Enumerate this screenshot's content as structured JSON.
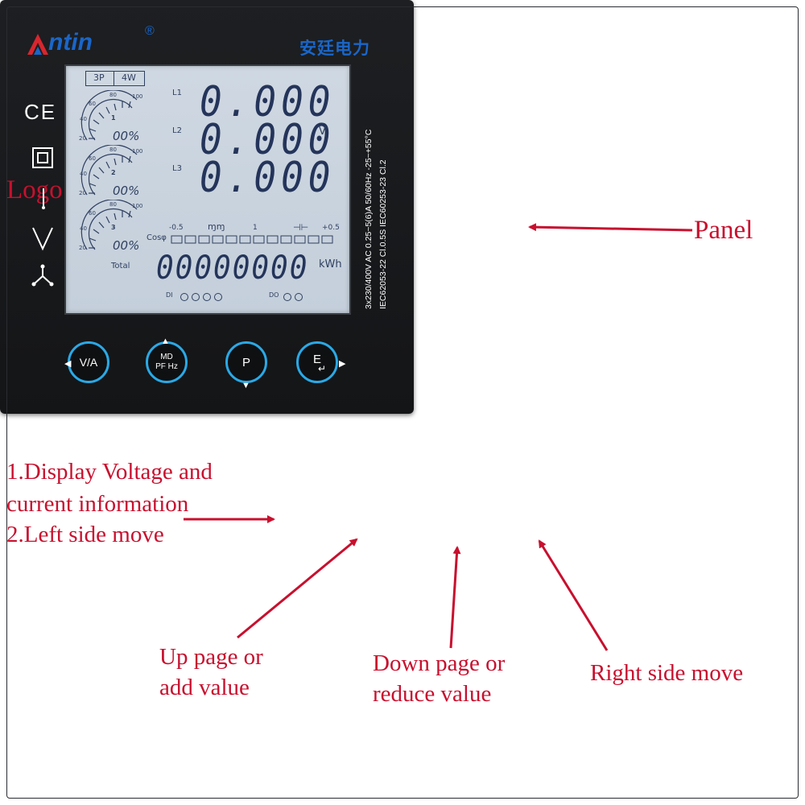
{
  "annotations": {
    "logo": "Logo",
    "panel": "Panel",
    "va_line1": "1.Display Voltage and",
    "va_line2": "current information",
    "va_line3": "2.Left side move",
    "up_line1": "Up page or",
    "up_line2": "add value",
    "down_line1": "Down page or",
    "down_line2": "reduce value",
    "right": "Right side move"
  },
  "device": {
    "brand": "ntin",
    "brand_mark": "®",
    "brand_cn": "安廷电力",
    "spec1": "3x230/400V AC  0.25~5(6)A  50/60Hz  -25~+55°C",
    "spec2": "IEC62053-22 Cl.0.5S  IEC60253-23 Cl.2",
    "ce": "CE"
  },
  "lcd": {
    "mode1": "3P",
    "mode2": "4W",
    "phase_labels": [
      "L1",
      "L2",
      "L3"
    ],
    "phase_values": [
      "0.000",
      "0.000",
      "0.000"
    ],
    "unit_v": "V",
    "gauges": [
      {
        "index": "1",
        "percent": "00%"
      },
      {
        "index": "2",
        "percent": "00%"
      },
      {
        "index": "3",
        "percent": "00%"
      }
    ],
    "gauge_ticks": [
      "20",
      "40",
      "60",
      "80",
      "100"
    ],
    "cos_label": "Cosφ",
    "cos_left": "-0.5",
    "cos_mid": "1",
    "cos_right": "+0.5",
    "total_label": "Total",
    "total_value": "00000000",
    "total_unit": "kWh",
    "di_label": "DI",
    "do_label": "DO"
  },
  "buttons": {
    "va": "V/A",
    "md_line1": "MD",
    "md_line2": "PF Hz",
    "p": "P",
    "e": "E"
  },
  "colors": {
    "annotation": "#c8102e",
    "button_ring": "#2aa9e6",
    "brand_blue": "#1a66c9",
    "brand_red": "#d8262e"
  }
}
